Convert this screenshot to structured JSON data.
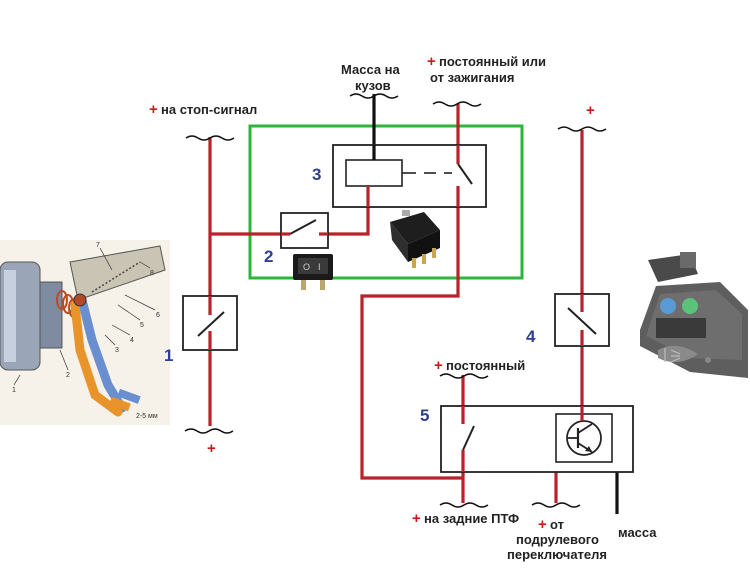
{
  "labels": {
    "stop_signal": "на стоп-сигнал",
    "mass_body_line1": "Масса на",
    "mass_body_line2": "кузов",
    "constant_or_ign_line1": "постоянный или",
    "constant_or_ign_line2": "от зажигания",
    "constant": "постоянный",
    "rear_fog": "на задние ПТФ",
    "from_stalk_line1": "от",
    "from_stalk_line2": "подрулевого",
    "from_stalk_line3": "переключателя",
    "ground": "масса",
    "plus": "+"
  },
  "components": {
    "n1": "1",
    "n2": "2",
    "n3": "3",
    "n4": "4",
    "n5": "5"
  },
  "pedal_numbers": [
    "7",
    "8",
    "1",
    "2",
    "3",
    "4",
    "5",
    "6"
  ],
  "pedal_dim": "2-5 мм",
  "colors": {
    "wire_red": "#b8222a",
    "wire_black": "#111111",
    "outline_green": "#2db43a",
    "number_blue": "#2f3f8f",
    "plus_red": "#cc1a1a",
    "pedal_orange": "#e8942a",
    "pedal_blue": "#6a8fd0"
  },
  "icons": {
    "pedal_assembly": "brake-pedal-assembly-image",
    "relay": "relay-photo-icon",
    "rocker_switch": "rocker-switch-photo-icon",
    "fog_button": "fog-light-button-photo-icon",
    "transistor": "transistor-symbol-icon"
  }
}
